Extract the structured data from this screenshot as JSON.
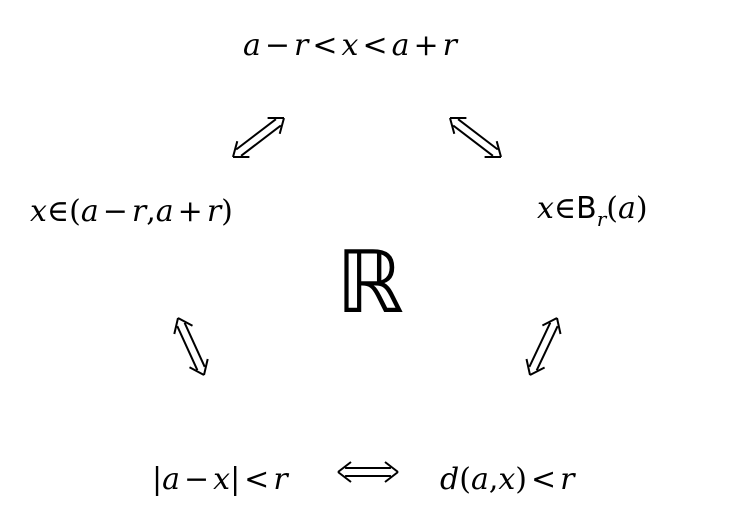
{
  "nodes": {
    "top": {
      "a1": "a",
      "minus": "−",
      "r1": "r",
      "lt1": "<",
      "x": "x",
      "lt2": "<",
      "a2": "a",
      "plus": "+",
      "r2": "r"
    },
    "left": {
      "x": "x",
      "in": "∈",
      "open": "(",
      "a1": "a",
      "minus": "−",
      "r1": "r",
      "comma": ",",
      "a2": "a",
      "plus": "+",
      "r2": "r",
      "close": ")"
    },
    "right": {
      "x": "x",
      "in": "∈",
      "ball": "B",
      "sub": "r",
      "open": "(",
      "a": "a",
      "close": ")"
    },
    "bottom_left": {
      "bar1": "|",
      "a": "a",
      "minus": "−",
      "x": "x",
      "bar2": "|",
      "lt": "<",
      "r": "r"
    },
    "bottom_right": {
      "d": "d",
      "open": "(",
      "a": "a",
      "comma": ",",
      "x": "x",
      "close": ")",
      "lt": "<",
      "r": "r"
    }
  },
  "center_symbol": "ℝ",
  "arrows": [
    "double-headed implication arrow",
    "double-headed implication arrow",
    "double-headed implication arrow",
    "double-headed implication arrow",
    "double-headed implication arrow"
  ]
}
